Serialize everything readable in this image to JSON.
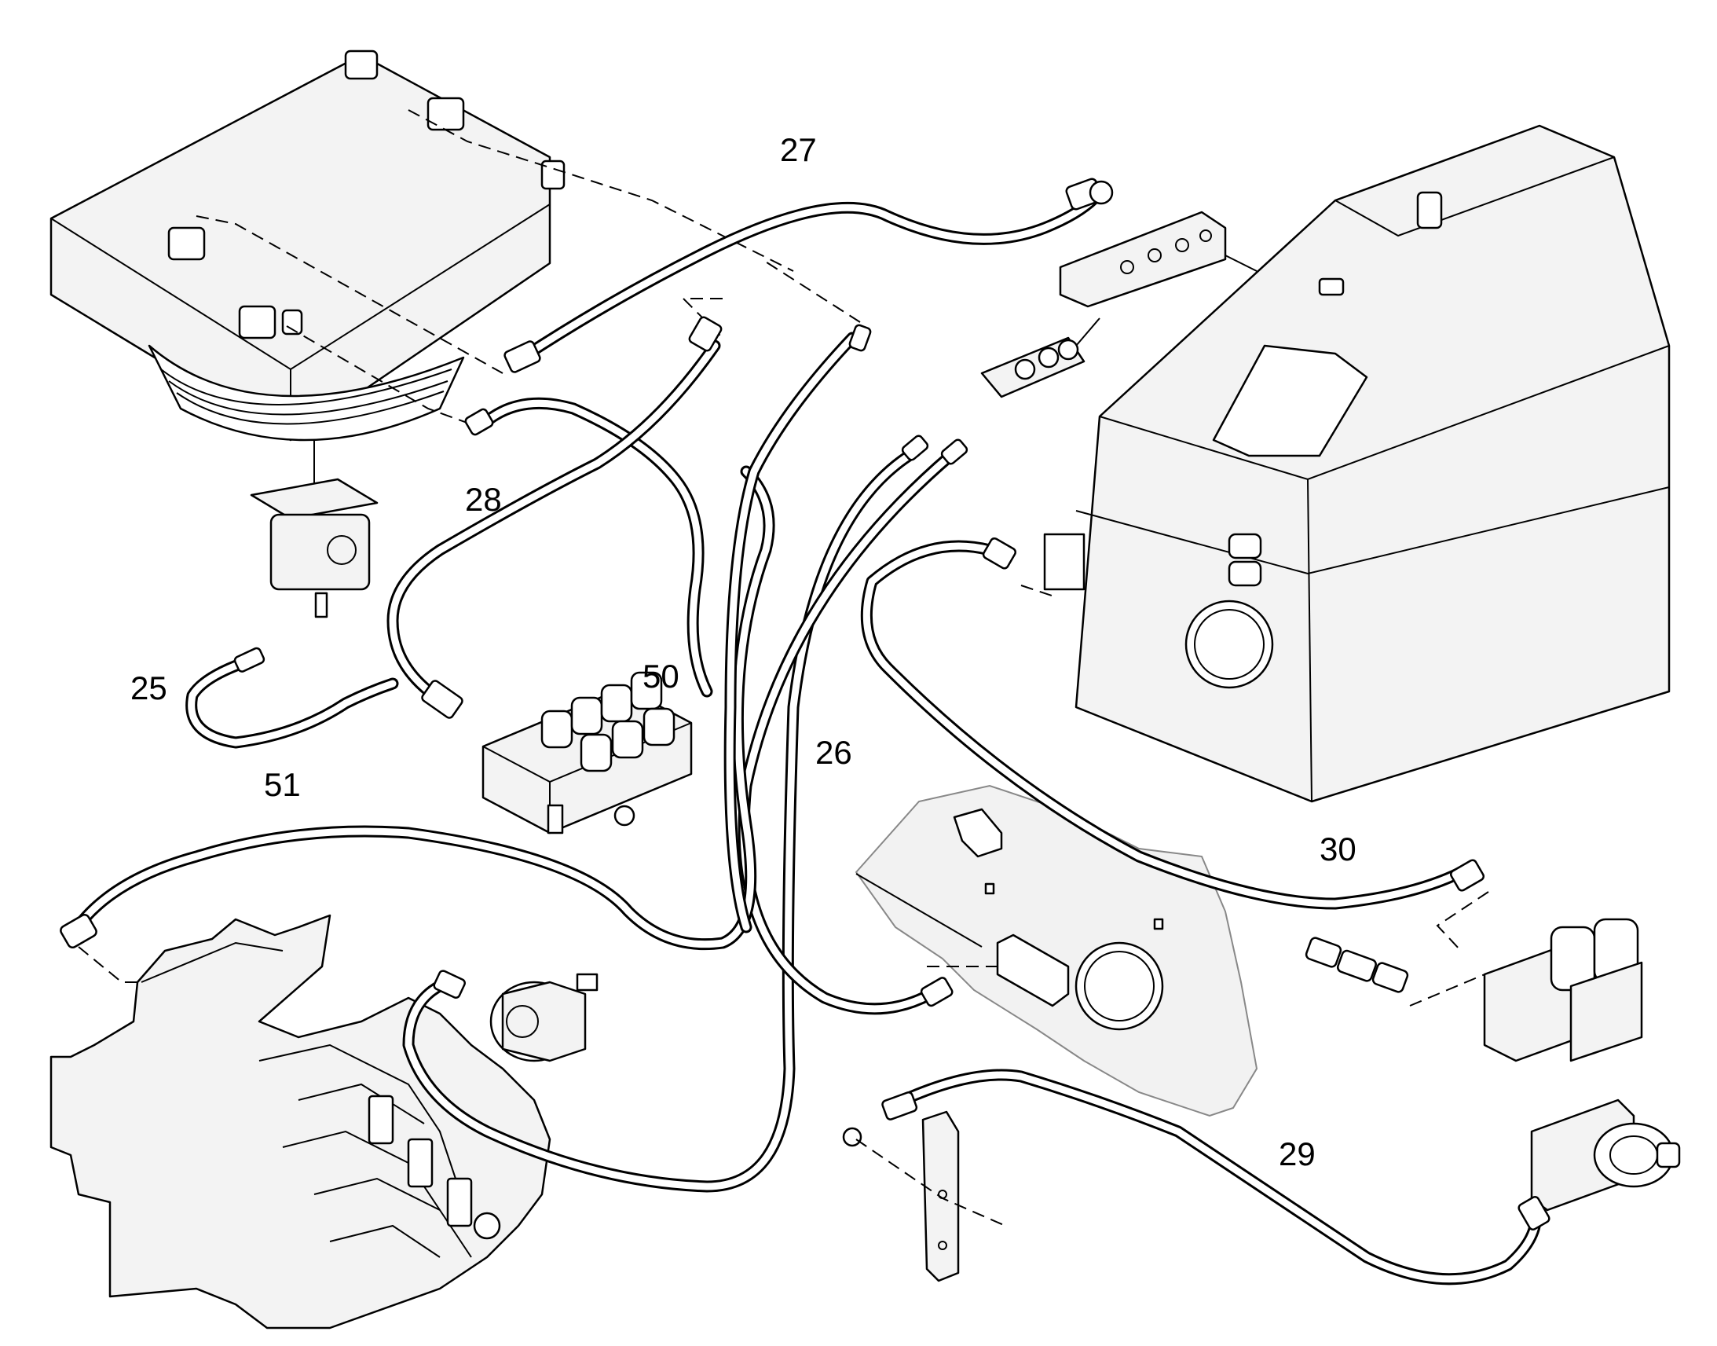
{
  "callouts": [
    {
      "id": "25",
      "text": "25"
    },
    {
      "id": "26",
      "text": "26"
    },
    {
      "id": "27",
      "text": "27"
    },
    {
      "id": "28",
      "text": "28"
    },
    {
      "id": "29",
      "text": "29"
    },
    {
      "id": "30",
      "text": "30"
    },
    {
      "id": "50",
      "text": "50"
    },
    {
      "id": "51",
      "text": "51"
    }
  ]
}
